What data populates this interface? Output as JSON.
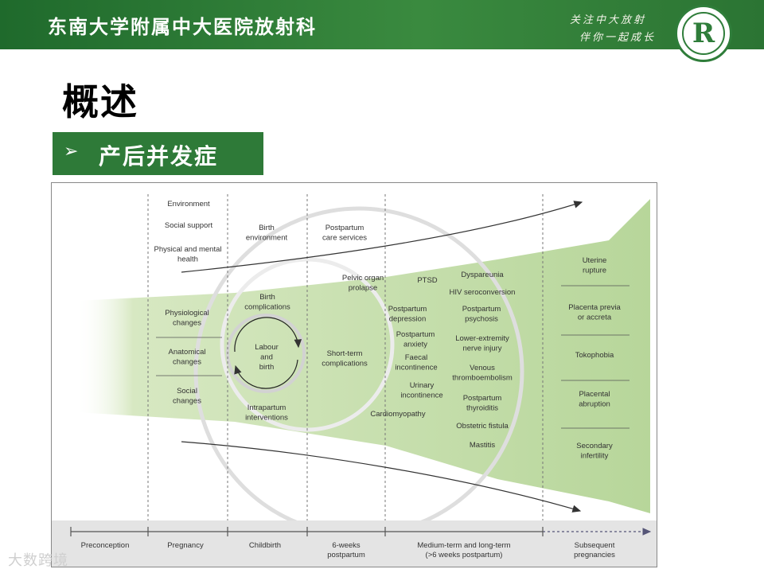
{
  "header": {
    "title": "东南大学附属中大医院放射科",
    "slogan_line1": "关注中大放射",
    "slogan_line2": "伴你一起成长",
    "logo_letter": "R"
  },
  "page": {
    "title": "概述",
    "subtitle_bullet": "➢",
    "subtitle": "产后并发症"
  },
  "diagram": {
    "top_left_items": [
      "Environment",
      "Social support",
      "Physical and mental",
      "health"
    ],
    "birth_environment": [
      "Birth",
      "environment"
    ],
    "postpartum_care": [
      "Postpartum",
      "care services"
    ],
    "pregnancy_changes": [
      [
        "Physiological",
        "changes"
      ],
      [
        "Anatomical",
        "changes"
      ],
      [
        "Social",
        "changes"
      ]
    ],
    "birth_complications": [
      "Birth",
      "complications"
    ],
    "labour_birth": [
      "Labour",
      "and",
      "birth"
    ],
    "intrapartum": [
      "Intrapartum",
      "interventions"
    ],
    "pelvic": [
      "Pelvic organ",
      "prolapse"
    ],
    "short_term": [
      "Short-term",
      "complications"
    ],
    "ptsd": "PTSD",
    "dyspareunia": "Dyspareunia",
    "hiv": "HIV seroconversion",
    "postpartum_depression": [
      "Postpartum",
      "depression"
    ],
    "postpartum_psychosis": [
      "Postpartum",
      "psychosis"
    ],
    "postpartum_anxiety": [
      "Postpartum",
      "anxiety"
    ],
    "lower_extremity": [
      "Lower-extremity",
      "nerve injury"
    ],
    "faecal": [
      "Faecal",
      "incontinence"
    ],
    "venous": [
      "Venous",
      "thromboembolism"
    ],
    "urinary": [
      "Urinary",
      "incontinence"
    ],
    "thyroiditis": [
      "Postpartum",
      "thyroiditis"
    ],
    "cardiomyopathy": "Cardiomyopathy",
    "fistula": "Obstetric fistula",
    "mastitis": "Mastitis",
    "subsequent_items": [
      [
        "Uterine",
        "rupture"
      ],
      [
        "Placenta previa",
        "or accreta"
      ],
      [
        "Tokophobia"
      ],
      [
        "Placental",
        "abruption"
      ],
      [
        "Secondary",
        "infertility"
      ]
    ],
    "timeline": [
      [
        "Preconception"
      ],
      [
        "Pregnancy"
      ],
      [
        "Childbirth"
      ],
      [
        "6-weeks",
        "postpartum"
      ],
      [
        "Medium-term and long-term",
        "(>6 weeks postpartum)"
      ],
      [
        "Subsequent",
        "pregnancies"
      ]
    ],
    "colors": {
      "band": "#c9dfb0",
      "band_light": "#e3efd3",
      "arrow": "#333333",
      "ring": "#dcdcdc"
    }
  },
  "watermark": "大数跨境"
}
